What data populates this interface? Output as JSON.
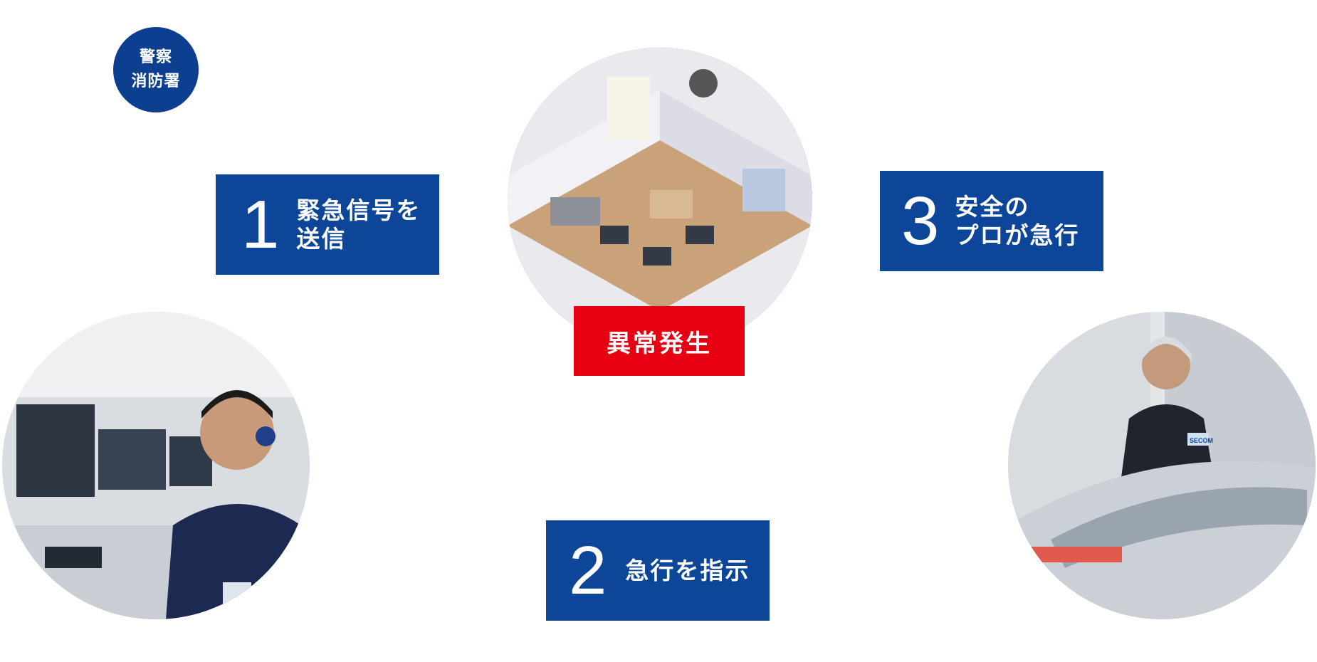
{
  "badge": {
    "line1": "警察",
    "line2": "消防署"
  },
  "steps": {
    "step1": {
      "number": "1",
      "line1": "緊急信号を",
      "line2": "送信"
    },
    "step2": {
      "number": "2",
      "label": "急行を指示"
    },
    "step3": {
      "number": "3",
      "line1": "安全の",
      "line2": "プロが急行"
    }
  },
  "alert": {
    "label": "異常発生"
  },
  "photos": {
    "office": "office-illustration",
    "operator": "control-center-operator",
    "guard": "security-guard-with-car",
    "guard_badge_text": "SECOM"
  },
  "colors": {
    "brand_blue": "#0d4598",
    "badge_blue": "#0c3f8f",
    "alert_red": "#e60012"
  }
}
